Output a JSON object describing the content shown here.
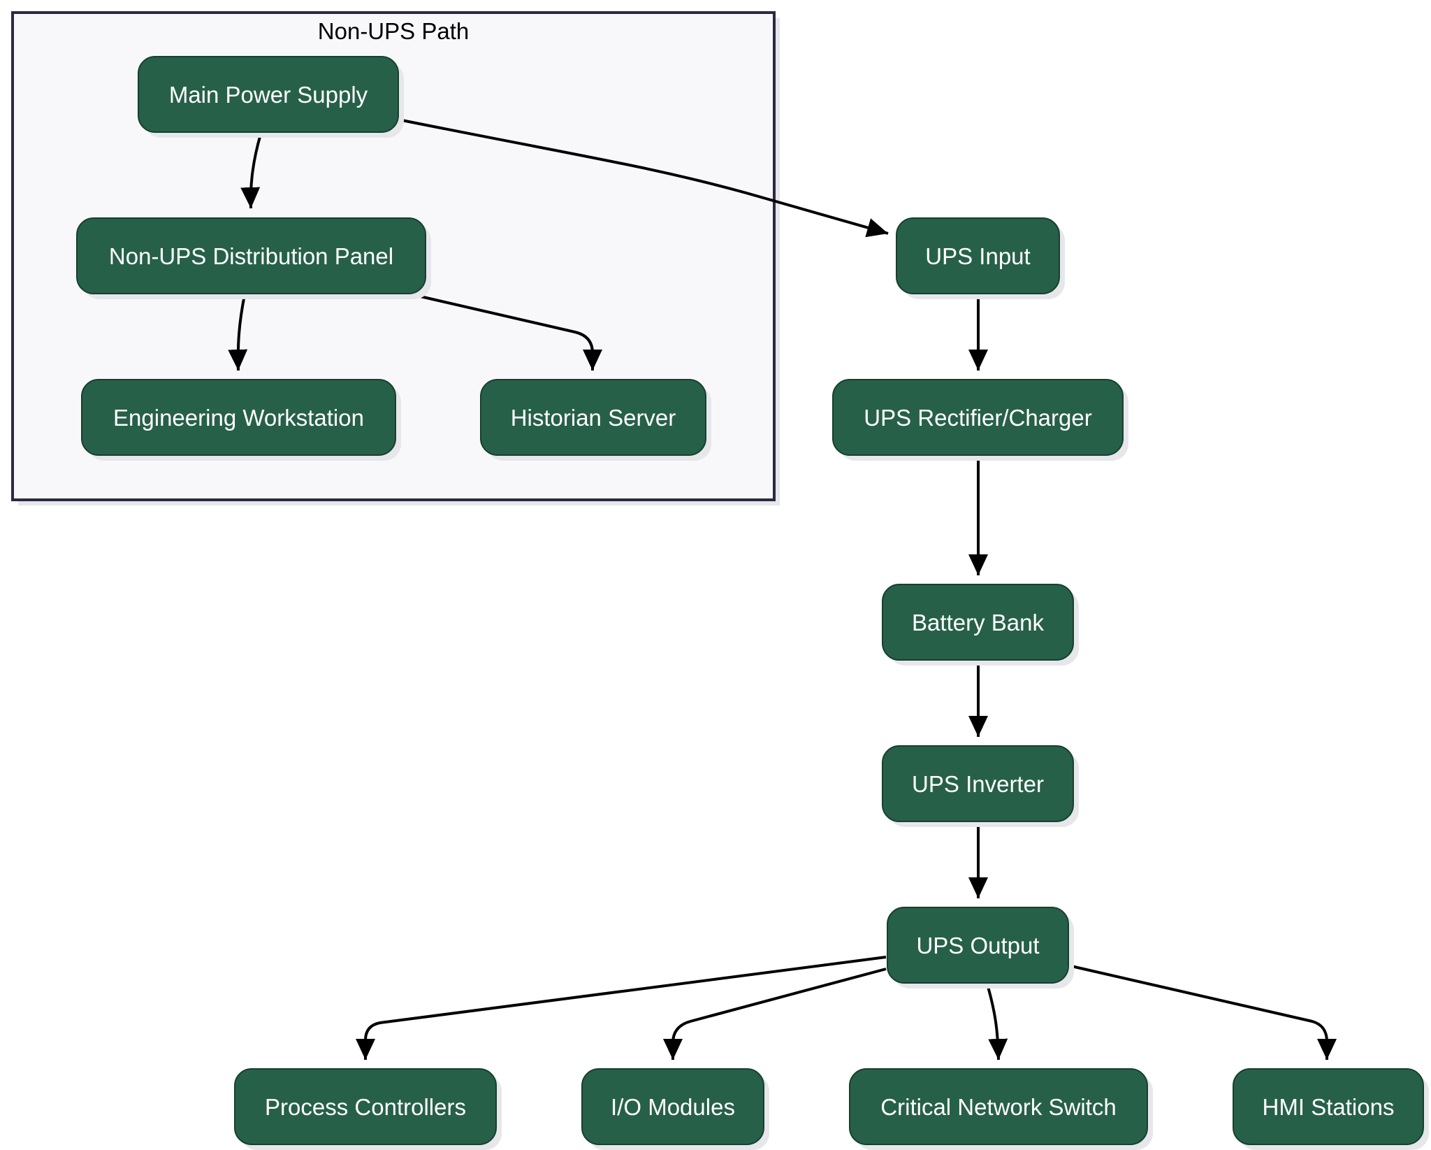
{
  "groups": [
    {
      "id": "non_ups",
      "label": "Non-UPS Path"
    }
  ],
  "nodes": [
    {
      "id": "main_power",
      "label": "Main Power Supply",
      "group": "non_ups"
    },
    {
      "id": "non_ups_panel",
      "label": "Non-UPS Distribution Panel",
      "group": "non_ups"
    },
    {
      "id": "eng_ws",
      "label": "Engineering Workstation",
      "group": "non_ups"
    },
    {
      "id": "historian",
      "label": "Historian Server",
      "group": "non_ups"
    },
    {
      "id": "ups_input",
      "label": "UPS Input"
    },
    {
      "id": "ups_rectifier",
      "label": "UPS Rectifier/Charger"
    },
    {
      "id": "battery_bank",
      "label": "Battery Bank"
    },
    {
      "id": "ups_inverter",
      "label": "UPS Inverter"
    },
    {
      "id": "ups_output",
      "label": "UPS Output"
    },
    {
      "id": "process_ctrl",
      "label": "Process Controllers"
    },
    {
      "id": "io_modules",
      "label": "I/O Modules"
    },
    {
      "id": "net_switch",
      "label": "Critical Network Switch"
    },
    {
      "id": "hmi",
      "label": "HMI Stations"
    }
  ],
  "edges": [
    {
      "from": "main_power",
      "to": "non_ups_panel"
    },
    {
      "from": "main_power",
      "to": "ups_input"
    },
    {
      "from": "non_ups_panel",
      "to": "eng_ws"
    },
    {
      "from": "non_ups_panel",
      "to": "historian"
    },
    {
      "from": "ups_input",
      "to": "ups_rectifier"
    },
    {
      "from": "ups_rectifier",
      "to": "battery_bank"
    },
    {
      "from": "battery_bank",
      "to": "ups_inverter"
    },
    {
      "from": "ups_inverter",
      "to": "ups_output"
    },
    {
      "from": "ups_output",
      "to": "process_ctrl"
    },
    {
      "from": "ups_output",
      "to": "io_modules"
    },
    {
      "from": "ups_output",
      "to": "net_switch"
    },
    {
      "from": "ups_output",
      "to": "hmi"
    }
  ],
  "colors": {
    "node_fill": "#276049",
    "node_border": "#173f2f",
    "node_text": "#ffffff",
    "group_fill": "#f8f8fa",
    "group_border": "#2c2a3f",
    "edge": "#000000"
  }
}
